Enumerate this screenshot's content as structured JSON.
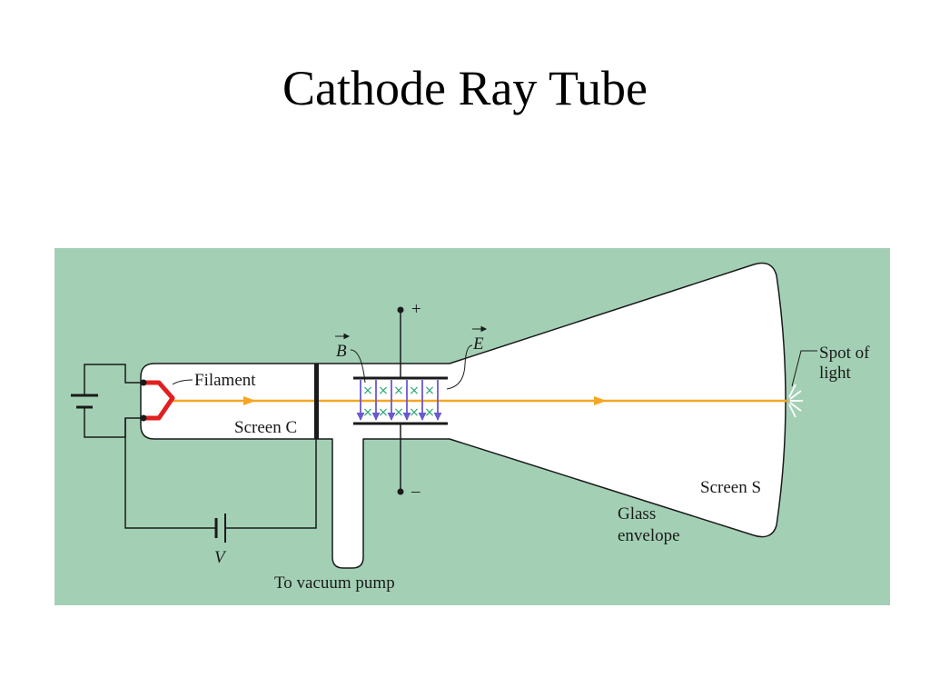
{
  "slide": {
    "title": "Cathode Ray Tube"
  },
  "diagram": {
    "labels": {
      "filament": "Filament",
      "screen_c": "Screen C",
      "to_vacuum_pump": "To vacuum pump",
      "b_field": "B",
      "e_field": "E",
      "plus": "+",
      "minus": "–",
      "voltage": "V",
      "spot_of_light_line1": "Spot of",
      "spot_of_light_line2": "light",
      "screen_s": "Screen S",
      "glass_envelope_line1": "Glass",
      "glass_envelope_line2": "envelope"
    },
    "field_marker": "×",
    "colors": {
      "background": "#a3d0b5",
      "tube_fill": "#ffffff",
      "outline": "#1a1a1a",
      "beam": "#f5a623",
      "filament": "#e02020",
      "e_field_arrows": "#6a5acd",
      "b_field_crosses": "#2aa870"
    }
  }
}
